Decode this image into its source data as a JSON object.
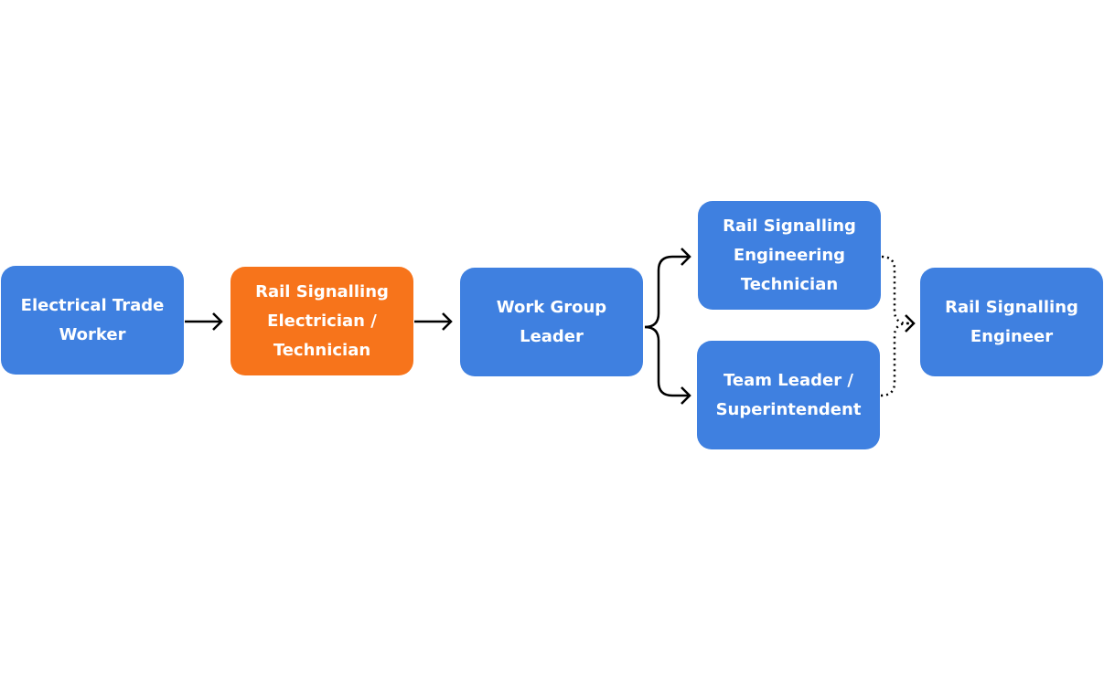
{
  "colors": {
    "node_default": "#3F80E0",
    "node_highlight": "#F7741B",
    "connector": "#000000"
  },
  "nodes": [
    {
      "id": "n1",
      "label": "Electrical Trade\nWorker",
      "highlight": false
    },
    {
      "id": "n2",
      "label": "Rail Signalling\nElectrician /\nTechnician",
      "highlight": true
    },
    {
      "id": "n3",
      "label": "Work Group Leader",
      "highlight": false
    },
    {
      "id": "n4",
      "label": "Rail Signalling\nEngineering\nTechnician",
      "highlight": false
    },
    {
      "id": "n5",
      "label": "Team Leader /\nSuperintendent",
      "highlight": false
    },
    {
      "id": "n6",
      "label": "Rail Signalling\nEngineer",
      "highlight": false
    }
  ],
  "edges": [
    {
      "from": "n1",
      "to": "n2",
      "style": "solid"
    },
    {
      "from": "n2",
      "to": "n3",
      "style": "solid"
    },
    {
      "from": "n3",
      "to": "n4",
      "style": "solid"
    },
    {
      "from": "n3",
      "to": "n5",
      "style": "solid"
    },
    {
      "from": "n4",
      "to": "n6",
      "style": "dotted"
    },
    {
      "from": "n5",
      "to": "n6",
      "style": "dotted"
    }
  ]
}
